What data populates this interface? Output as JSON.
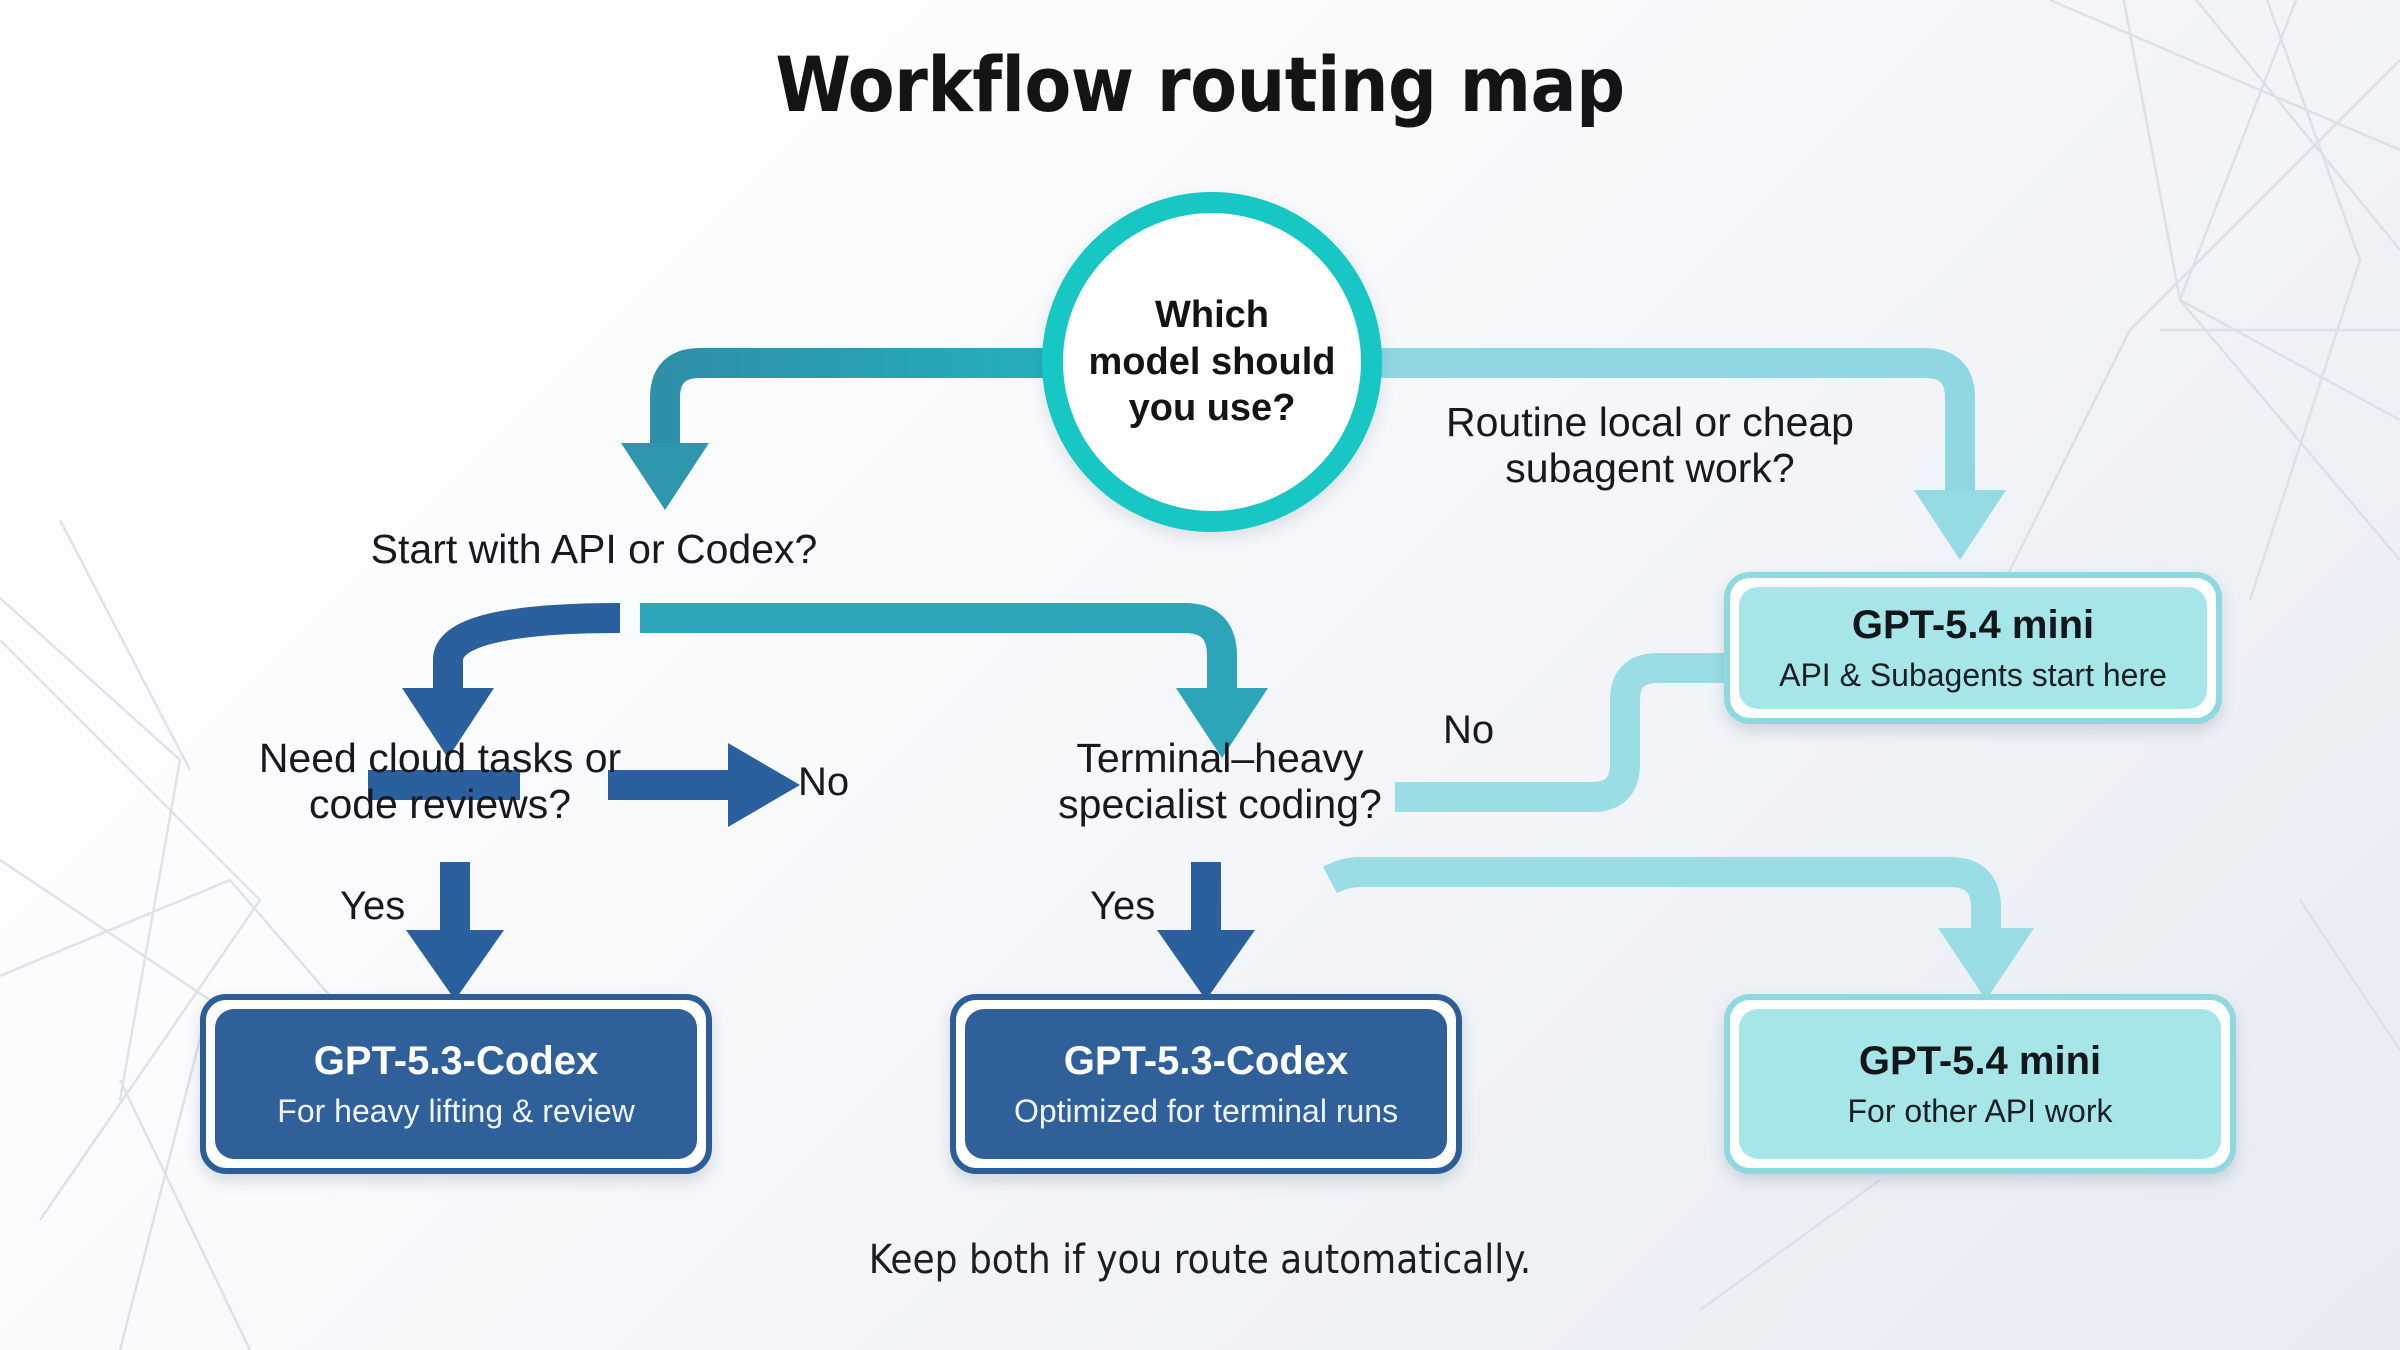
{
  "header": {
    "title": "Workflow routing map"
  },
  "footer": {
    "caption": "Keep both if you route automatically."
  },
  "colors": {
    "start_ring": "#17c7c4",
    "codex_blue": "#2f609a",
    "codex_blue_border": "#2b5d96",
    "mini_teal": "#a6e6e9",
    "mini_teal_border": "#8ed9e0",
    "edge_dark_blue": "#2b6aa8",
    "edge_teal": "#2aa9bd",
    "edge_light_teal": "#9adde4",
    "text_dark": "#16191d",
    "background": "#eef1f6"
  },
  "flow": {
    "start_node": {
      "label": "Which\nmodel should\nyou use?"
    },
    "decisions": [
      {
        "id": "start-api-codex",
        "label": "Start with API or Codex?"
      },
      {
        "id": "cloud-tasks",
        "label": "Need cloud tasks or\ncode reviews?"
      },
      {
        "id": "terminal-heavy",
        "label": "Terminal–heavy\nspecialist coding?"
      },
      {
        "id": "routine-local",
        "label": "Routine local or cheap\nsubagent work?"
      }
    ],
    "edge_labels": {
      "yes_left": "Yes",
      "no_middle": "No",
      "yes_middle": "Yes",
      "no_right": "No"
    },
    "terminals": [
      {
        "id": "mini-top",
        "title": "GPT-5.4 mini",
        "subtitle": "API & Subagents start here",
        "variant": "teal"
      },
      {
        "id": "codex-left",
        "title": "GPT-5.3-Codex",
        "subtitle": "For heavy lifting & review",
        "variant": "blue"
      },
      {
        "id": "codex-middle",
        "title": "GPT-5.3-Codex",
        "subtitle": "Optimized for terminal runs",
        "variant": "blue"
      },
      {
        "id": "mini-bottom",
        "title": "GPT-5.4 mini",
        "subtitle": "For other API work",
        "variant": "teal"
      }
    ]
  }
}
